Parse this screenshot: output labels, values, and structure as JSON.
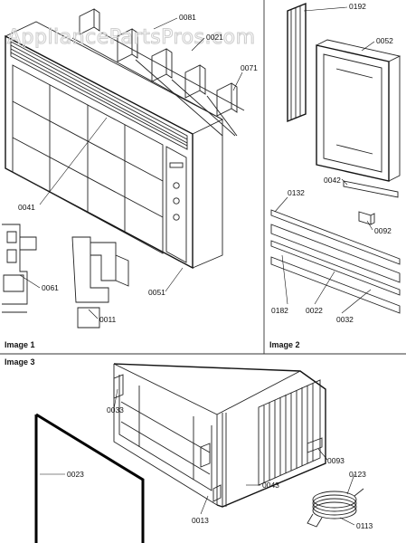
{
  "watermark": "AppliancePartsPros.com",
  "panels": [
    {
      "id": "image1",
      "caption": "Image 1"
    },
    {
      "id": "image2",
      "caption": "Image 2"
    },
    {
      "id": "image3",
      "caption": "Image 3"
    }
  ],
  "parts": {
    "p0081": "0081",
    "p0021": "0021",
    "p0071": "0071",
    "p0041": "0041",
    "p0061": "0061",
    "p0011": "0011",
    "p0051": "0051",
    "p0192": "0192",
    "p0052": "0052",
    "p0042": "0042",
    "p0132": "0132",
    "p0092": "0092",
    "p0182": "0182",
    "p0022": "0022",
    "p0032": "0032",
    "p0033": "0033",
    "p0023": "0023",
    "p0013": "0013",
    "p0043": "0043",
    "p0093": "0093",
    "p0123": "0123",
    "p0113": "0113"
  }
}
